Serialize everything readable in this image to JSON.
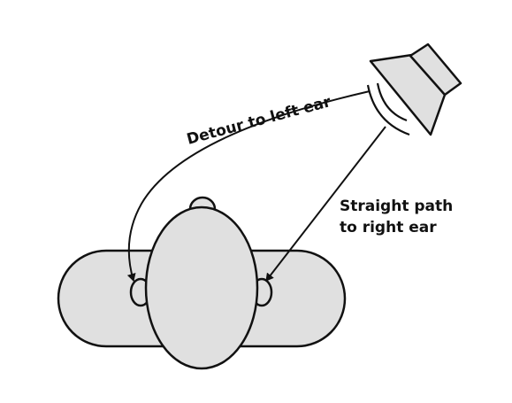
{
  "labels": {
    "left_path": "Detour to left ear",
    "right_path_line1": "Straight path",
    "right_path_line2": "to right ear"
  },
  "colors": {
    "stroke": "#111111",
    "fill": "#e0e0e0",
    "background": "#ffffff"
  }
}
